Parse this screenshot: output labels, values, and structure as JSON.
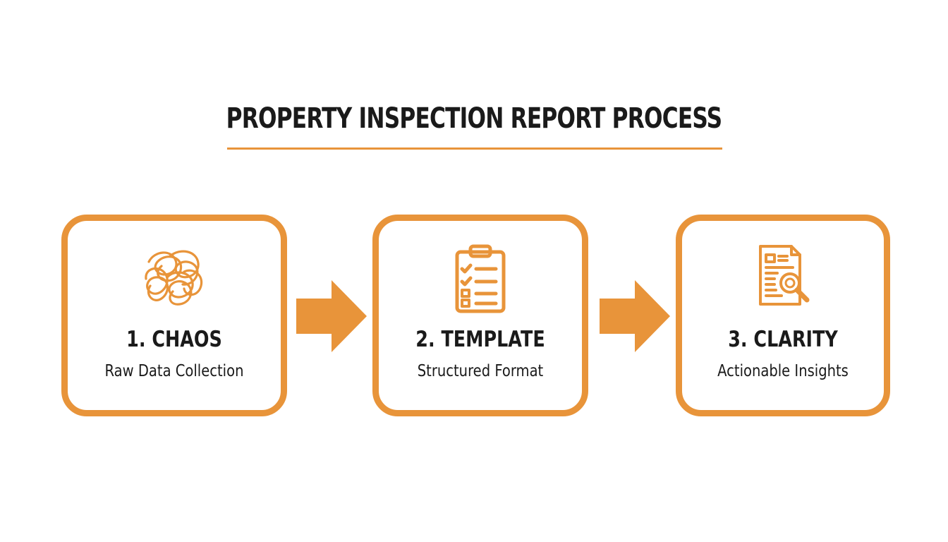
{
  "title": "PROPERTY INSPECTION REPORT PROCESS",
  "colors": {
    "accent": "#e8943a",
    "text": "#1a1a1a",
    "background": "#ffffff"
  },
  "steps": [
    {
      "title": "1. CHAOS",
      "subtitle": "Raw Data Collection",
      "icon": "tangled-scribble-icon"
    },
    {
      "title": "2. TEMPLATE",
      "subtitle": "Structured Format",
      "icon": "clipboard-checklist-icon"
    },
    {
      "title": "3. CLARITY",
      "subtitle": "Actionable Insights",
      "icon": "document-magnifier-icon"
    }
  ]
}
